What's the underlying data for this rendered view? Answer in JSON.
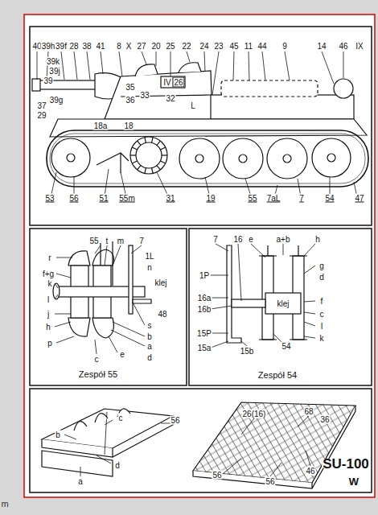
{
  "diagram": {
    "labels": [
      "40",
      "39h",
      "39f",
      "28",
      "38",
      "41",
      "8",
      "X",
      "27",
      "20",
      "25",
      "22",
      "24",
      "23",
      "45",
      "11",
      "44",
      "9",
      "14",
      "46",
      "IX",
      "39k",
      "39j",
      "39",
      "35",
      "37",
      "39g",
      "29",
      "IV",
      "26",
      "36",
      "33",
      "32",
      "L",
      "18a",
      "18",
      "53",
      "56",
      "51",
      "55m",
      "31",
      "19",
      "55",
      "7aL",
      "7",
      "54",
      "47",
      "55",
      "t",
      "m",
      "7",
      "1L",
      "n",
      "klej",
      "r",
      "f+g",
      "k",
      "l",
      "j",
      "h",
      "p",
      "c",
      "e",
      "a",
      "d",
      "b",
      "s",
      "48",
      "Zespół 55",
      "7",
      "16",
      "e",
      "a+b",
      "h",
      "g",
      "d",
      "1P",
      "16a",
      "f",
      "16b",
      "klej",
      "c",
      "l",
      "15P",
      "54",
      "k",
      "15a",
      "15b",
      "Zespół 54",
      "c",
      "b",
      "56",
      "d",
      "a",
      "26(16)",
      "68",
      "36",
      "56",
      "56",
      "46",
      "SU-100",
      "W",
      "m"
    ]
  }
}
